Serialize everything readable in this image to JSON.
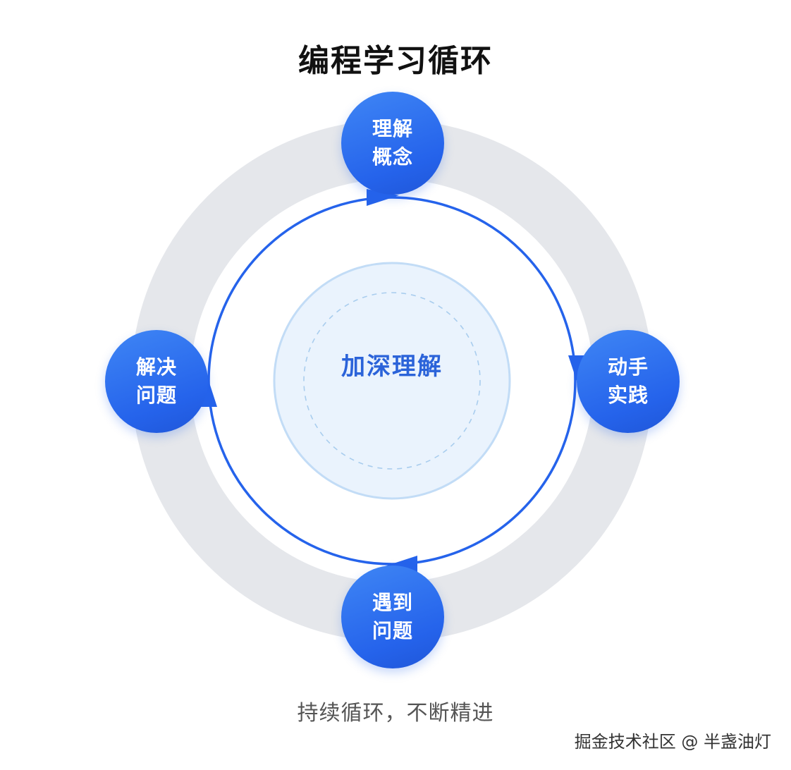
{
  "title": "编程学习循环",
  "center": {
    "label": "加深理解"
  },
  "nodes": [
    {
      "line1": "理解",
      "line2": "概念"
    },
    {
      "line1": "动手",
      "line2": "实践"
    },
    {
      "line1": "遇到",
      "line2": "问题"
    },
    {
      "line1": "解决",
      "line2": "问题"
    }
  ],
  "caption": "持续循环，不断精进",
  "watermark": "掘金技术社区 @ 半盏油灯",
  "colors": {
    "accent": "#2563eb",
    "ring_gray": "#e5e7eb",
    "center_fill": "#eaf3fd",
    "center_stroke": "#c2dcf6",
    "center_text": "#2b63d9"
  }
}
